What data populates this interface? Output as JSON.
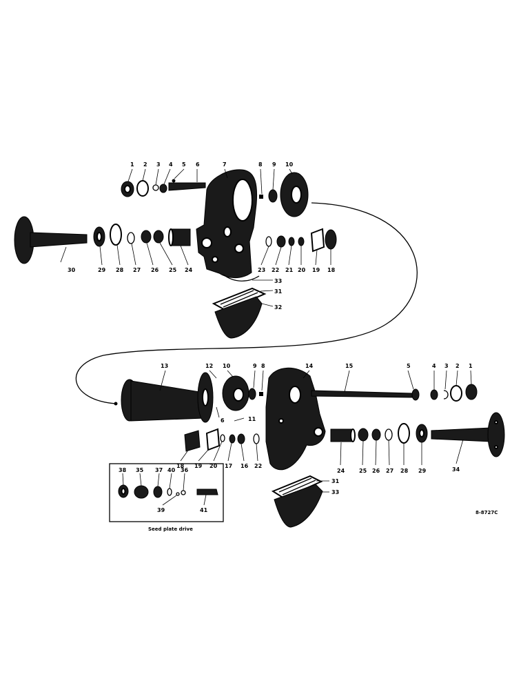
{
  "figure": {
    "reference_code": "8-8727C",
    "inset_caption": "Seed plate drive"
  },
  "callouts": {
    "upper": {
      "top_row": [
        "1",
        "2",
        "3",
        "4",
        "5",
        "6",
        "7",
        "8",
        "9",
        "10"
      ],
      "bottom_row": [
        "30",
        "29",
        "28",
        "27",
        "26",
        "25",
        "24",
        "23",
        "22",
        "21",
        "20",
        "19",
        "18"
      ],
      "right": [
        "33",
        "31",
        "32"
      ]
    },
    "lower": {
      "top_row": [
        "13",
        "12",
        "10",
        "9",
        "8",
        "14",
        "15",
        "5",
        "4",
        "3",
        "2",
        "1"
      ],
      "middle": [
        "6",
        "11"
      ],
      "bottom_row": [
        "18",
        "19",
        "20",
        "17",
        "16",
        "22",
        "24",
        "25",
        "26",
        "27",
        "28",
        "29",
        "34"
      ],
      "right": [
        "31",
        "33"
      ]
    },
    "inset": [
      "38",
      "35",
      "37",
      "40",
      "36",
      "39",
      "41"
    ]
  }
}
